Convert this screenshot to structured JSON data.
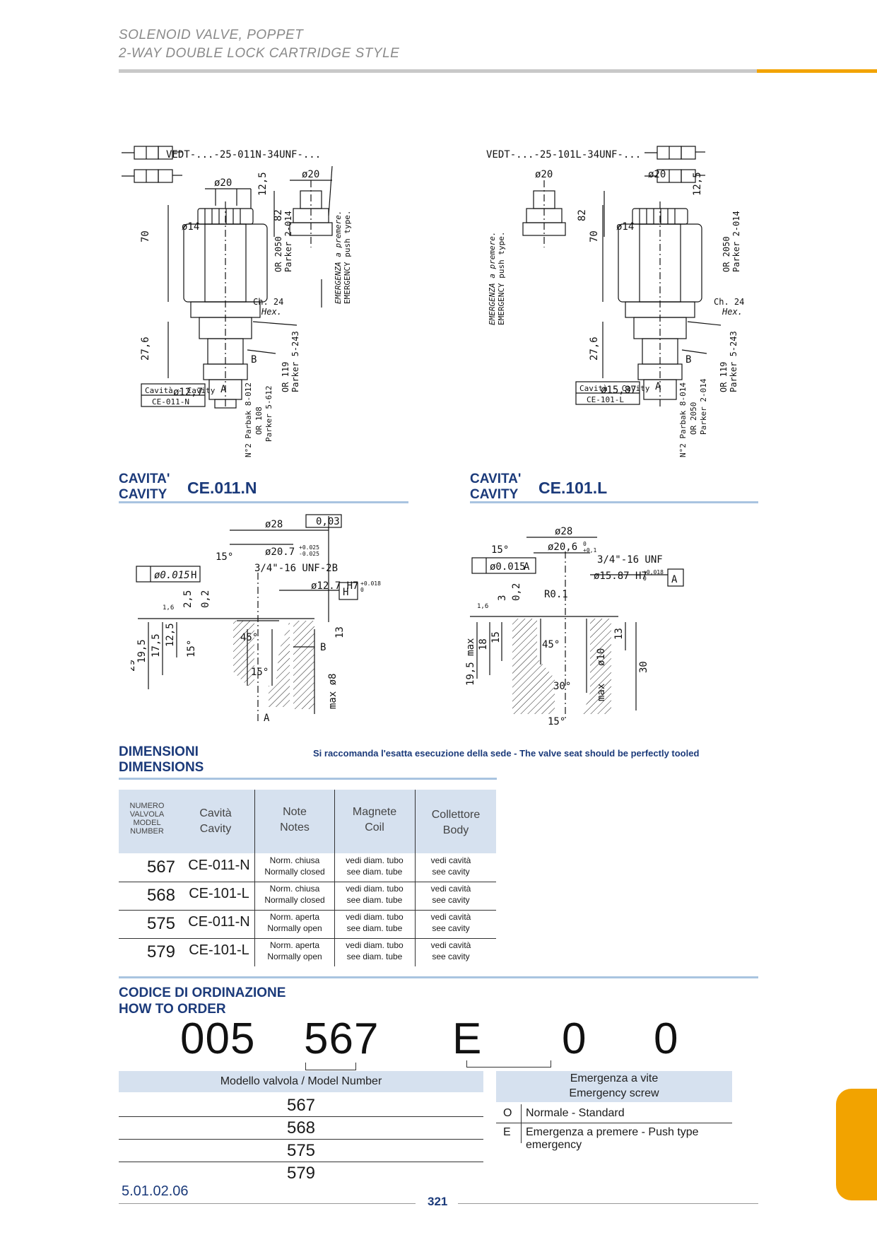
{
  "header": {
    "title_line1": "SOLENOID VALVE, POPPET",
    "title_line2": "2-WAY DOUBLE LOCK CARTRIDGE STYLE"
  },
  "drawing_left": {
    "code": "VEDT-...-25-011N-34UNF-...",
    "d20_top": "ø20",
    "d20_emerg": "ø20",
    "h12_5": "12,5",
    "h82": "82",
    "h70": "70",
    "d14": "ø14",
    "or2050": "OR 2050",
    "parker2014": "Parker 2-014",
    "emergenza": "EMERGENZA a premere.",
    "emergency": "EMERGENCY push type.",
    "ch24": "Ch. 24",
    "hex": "Hex.",
    "h27_6": "27,6",
    "port_b": "B",
    "port_a": "A",
    "or119": "OR 119",
    "parker5243": "Parker 5-243",
    "d12_7": "ø12,7",
    "n2parbak": "N°2 Parbak 8-012",
    "or108": "OR 108",
    "parker5612": "Parker 5-612",
    "cav_label": "Cavità - Cavity",
    "cav_code": "CE-011-N"
  },
  "drawing_right": {
    "code": "VEDT-...-25-101L-34UNF-...",
    "d20_top": "ø20",
    "d20_emerg": "ø20",
    "h12_5": "12,5",
    "h82": "82",
    "h70": "70",
    "d14": "ø14",
    "or2050": "OR 2050",
    "parker2014": "Parker 2-014",
    "emergenza": "EMERGENZA a premere.",
    "emergency": "EMERGENCY push type.",
    "ch24": "Ch. 24",
    "hex": "Hex.",
    "h27_6": "27,6",
    "port_b": "B",
    "port_a": "A",
    "or119": "OR 119",
    "parker5243": "Parker 5-243",
    "d15_87": "ø15,87",
    "n2parbak": "N°2 Parbak 8-014",
    "or2050b": "OR 2050",
    "parker2014b": "Parker 2-014",
    "cav_label": "Cavità - Cavity",
    "cav_code": "CE-101-L"
  },
  "cavity_left": {
    "label1": "CAVITA'",
    "label2": "CAVITY",
    "code": "CE.011.N",
    "tol": "0,03",
    "d28": "ø28",
    "d20_7": "ø20.7",
    "tol1": "+0.025",
    "tol2": "-0.025",
    "ang15": "15°",
    "thread": "3/4\"-16 UNF-2B",
    "conc": "ø0.015",
    "ref_h": "H",
    "d12_7": "ø12.7 H7",
    "tol3": "+0.018",
    "tol4": "0",
    "h2_5": "2,5",
    "h0_2": "0,2",
    "r1_6": "1,6",
    "h19_5": "19,5",
    "h17_5": "17,5",
    "h12_5": "12,5",
    "h29": "29",
    "h13": "13",
    "ang45": "45°",
    "ang15b": "15°",
    "ang15c": "15°",
    "port_b": "B",
    "port_a": "A",
    "max8": "max ø8"
  },
  "cavity_right": {
    "label1": "CAVITA'",
    "label2": "CAVITY",
    "code": "CE.101.L",
    "d28": "ø28",
    "d20_6": "ø20,6",
    "tol1": "0",
    "tol2": "+0,1",
    "ang15": "15°",
    "thread": "3/4\"-16 UNF",
    "conc": "ø0.015",
    "ref_a": "A",
    "d15_87": "ø15.87 H7",
    "tol3": "+0,018",
    "tol4": "0",
    "h3": "3",
    "h0_2": "0,2",
    "r0_1": "R0.1",
    "r1_6": "1,6",
    "h19_5": "19,5 max",
    "h18": "18",
    "h15": "15",
    "h13": "13",
    "h30": "30",
    "d10": "ø10",
    "max": "max",
    "ang45": "45°",
    "ang30": "30°",
    "ang15b": "15°"
  },
  "dimensions": {
    "title1": "DIMENSIONI",
    "title2": "DIMENSIONS",
    "note": "Si raccomanda l'esatta esecuzione della sede - The valve seat should be perfectly tooled",
    "headers": {
      "model": [
        "NUMERO",
        "VALVOLA",
        "MODEL",
        "NUMBER"
      ],
      "cavity": [
        "Cavità",
        "Cavity"
      ],
      "notes": [
        "Note",
        "Notes"
      ],
      "coil": [
        "Magnete",
        "Coil"
      ],
      "body": [
        "Collettore",
        "Body"
      ]
    },
    "rows": [
      {
        "model": "567",
        "cavity": "CE-011-N",
        "note1": "Norm. chiusa",
        "note2": "Normally closed",
        "coil1": "vedi diam. tubo",
        "coil2": "see diam. tube",
        "body1": "vedi cavità",
        "body2": "see cavity"
      },
      {
        "model": "568",
        "cavity": "CE-101-L",
        "note1": "Norm. chiusa",
        "note2": "Normally closed",
        "coil1": "vedi diam. tubo",
        "coil2": "see diam. tube",
        "body1": "vedi cavità",
        "body2": "see cavity"
      },
      {
        "model": "575",
        "cavity": "CE-011-N",
        "note1": "Norm. aperta",
        "note2": "Normally open",
        "coil1": "vedi diam. tubo",
        "coil2": "see diam. tube",
        "body1": "vedi cavità",
        "body2": "see cavity"
      },
      {
        "model": "579",
        "cavity": "CE-101-L",
        "note1": "Norm. aperta",
        "note2": "Normally open",
        "coil1": "vedi diam. tubo",
        "coil2": "see diam. tube",
        "body1": "vedi cavità",
        "body2": "see cavity"
      }
    ]
  },
  "order": {
    "title1": "CODICE DI ORDINAZIONE",
    "title2": "HOW TO ORDER",
    "code_parts": [
      "005",
      "567",
      "E",
      "0",
      "0"
    ],
    "model_header": "Modello valvola / Model Number",
    "models": [
      "567",
      "568",
      "575",
      "579"
    ],
    "emerg_header1": "Emergenza a vite",
    "emerg_header2": "Emergency screw",
    "emerg_options": [
      {
        "code": "O",
        "desc": "Normale - Standard"
      },
      {
        "code": "E",
        "desc": "Emergenza a premere - Push type emergency"
      }
    ]
  },
  "footer": {
    "ref": "5.01.02.06",
    "page": "321"
  }
}
